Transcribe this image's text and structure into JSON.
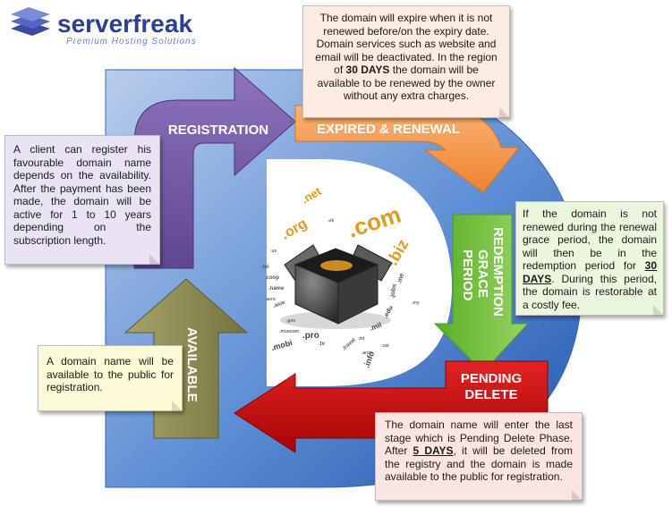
{
  "brand": {
    "name": "serverfreak",
    "tagline": "Premium Hosting Solutions"
  },
  "stages": {
    "registration": "REGISTRATION",
    "expired": "EXPIRED & RENEWAL",
    "redemption": [
      "REDEMPTION",
      "GRACE",
      "PERIOD"
    ],
    "pending": [
      "PENDING",
      "DELETE"
    ],
    "available": "AVAILABLE"
  },
  "tlds": [
    ".com",
    ".org",
    ".net",
    ".biz",
    ".info",
    ".mobi",
    ".pro",
    ".mil",
    ".edu",
    ".asia",
    ".me",
    ".tv",
    ".coop",
    ".jobs",
    ".name",
    ".travel",
    ".tel",
    ".gov",
    ".int",
    ".aero",
    ".cat",
    ".museum",
    ".arpa",
    ".us",
    ".uk",
    ".my"
  ],
  "notes": {
    "expired": {
      "t1": "The domain will expire when it is not renewed before/on the expiry date. Domain services such as website and email will be deactivated. In the region of ",
      "b1": "30 DAYS",
      "t2": " the domain will be available to be renewed by the owner without any extra charges."
    },
    "registration": {
      "text": "A client can register his favourable domain name depends on the availability. After the payment has been made, the domain will be active for 1 to 10 years depending on the subscription length."
    },
    "redemption": {
      "t1": "If the domain is not renewed during the renewal grace period, the domain will then be in the redemption period for ",
      "b1": "30 DAYS",
      "t2": ". During this period, the domain is restorable at a costly fee."
    },
    "available": {
      "text": "A domain name will be available to the public for registration."
    },
    "pending": {
      "t1": "The domain name will enter the last stage which is Pending Delete Phase. After ",
      "b1": "5 DAYS",
      "t2": ", it will be deleted from the registry and the domain is made available to the public for registration."
    }
  },
  "colors": {
    "registration": "#7b5fa8",
    "expired": "#f39a4a",
    "redemption": "#7ac143",
    "pending": "#cc0a0a",
    "available": "#8d8a55",
    "background_d": "#3c6fbf"
  }
}
